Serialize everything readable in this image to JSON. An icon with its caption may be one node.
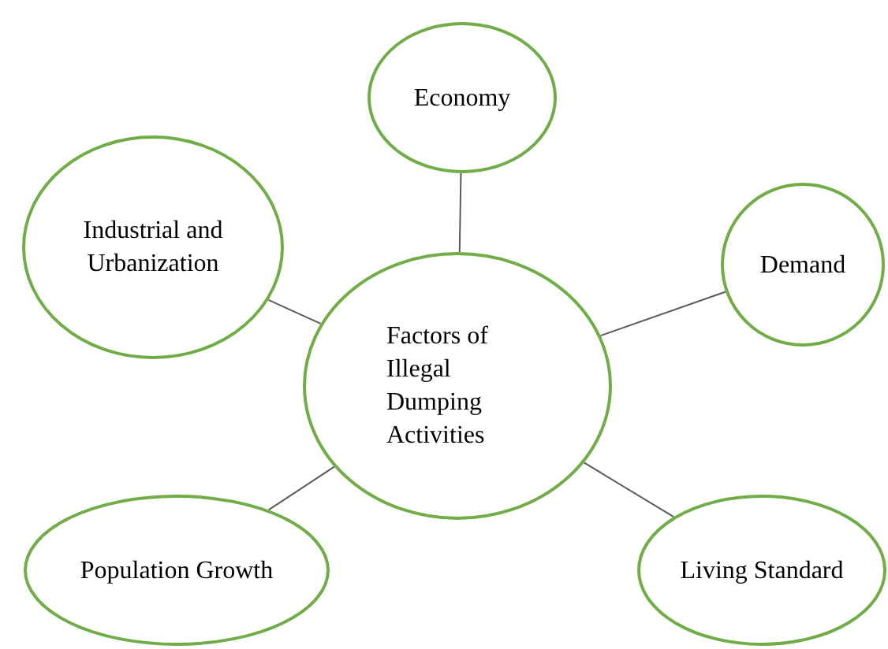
{
  "diagram": {
    "nodes": [
      {
        "text": [
          "Economy"
        ]
      },
      {
        "text": [
          "Industrial and Urbanization"
        ]
      },
      {
        "text": [
          "Demand"
        ]
      },
      {
        "text": [
          "Factors of Illegal Dumping Activities"
        ]
      },
      {
        "text": [
          "Population Growth"
        ]
      },
      {
        "text": [
          "Living Standard"
        ]
      }
    ],
    "edges": [
      {
        "from": 3,
        "to": 0,
        "arrow": "none"
      },
      {
        "from": 3,
        "to": 1,
        "arrow": "none"
      },
      {
        "from": 3,
        "to": 2,
        "arrow": "none"
      },
      {
        "from": 3,
        "to": 4,
        "arrow": "none"
      },
      {
        "from": 3,
        "to": 5,
        "arrow": "none"
      }
    ]
  }
}
